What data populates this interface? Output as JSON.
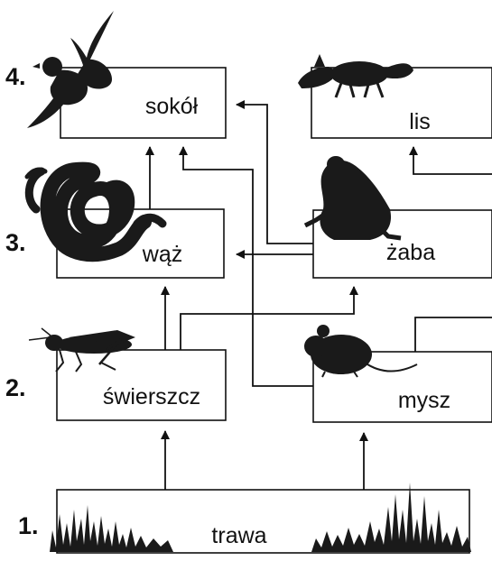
{
  "levels": [
    "1.",
    "2.",
    "3.",
    "4."
  ],
  "organisms": {
    "trawa": "trawa",
    "swierszcz": "świerszcz",
    "mysz": "mysz",
    "waz": "wąż",
    "zaba": "żaba",
    "sokol": "sokół",
    "lis": "lis"
  },
  "colors": {
    "line": "#111111",
    "fill": "#1a1a1a",
    "background": "#ffffff"
  },
  "icons": [
    "grass-icon",
    "cricket-icon",
    "mouse-icon",
    "snake-icon",
    "frog-icon",
    "falcon-icon",
    "fox-icon"
  ]
}
